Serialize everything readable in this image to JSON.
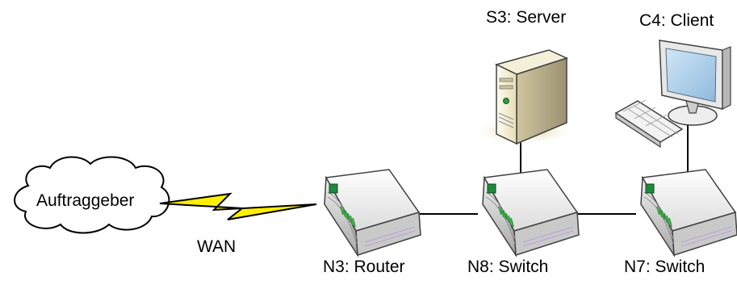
{
  "labels": {
    "cloud": "Auftraggeber",
    "wan": "WAN",
    "router": "N3: Router",
    "switch_n8": "N8: Switch",
    "switch_n7": "N7: Switch",
    "server": "S3: Server",
    "client": "C4: Client"
  },
  "icons": {
    "cloud": "cloud-icon",
    "wan_link": "lightning-bolt-icon",
    "router": "router-icon",
    "switch": "switch-icon",
    "server": "server-tower-icon",
    "client": "desktop-computer-icon",
    "keyboard": "keyboard-icon"
  },
  "colors": {
    "device_body": "#f2f2f2",
    "device_stroke": "#404040",
    "led_green": "#2f9a3a",
    "server_body": "#f6f0d8",
    "lightning": "#ffef00",
    "lines": "#000000"
  }
}
